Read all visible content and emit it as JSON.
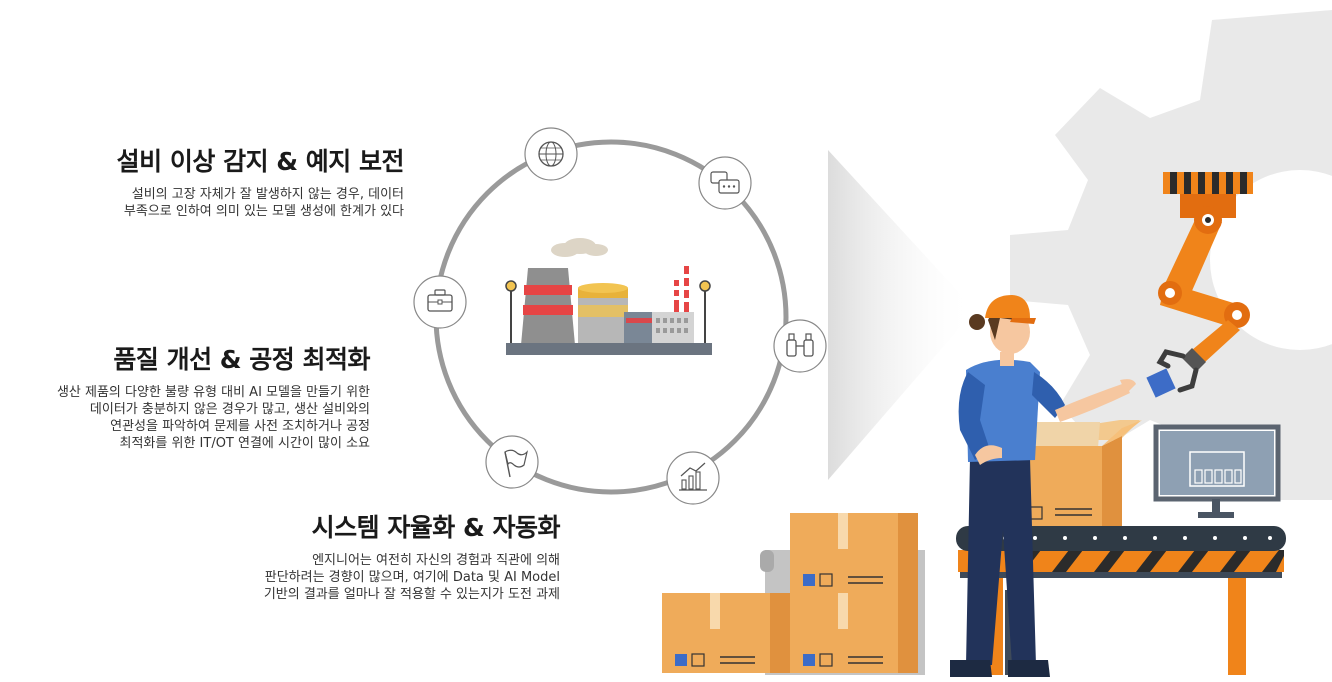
{
  "blocks": [
    {
      "title": "설비 이상 감지 & 예지 보전",
      "lines": [
        "설비의 고장 자체가 잘 발생하지 않는 경우, 데이터",
        "부족으로 인하여 의미 있는 모델 생성에 한계가 있다"
      ]
    },
    {
      "title": "품질 개선 & 공정 최적화",
      "lines": [
        "생산 제품의 다양한 불량 유형 대비 AI 모델을 만들기 위한",
        "데이터가 충분하지 않은 경우가 많고, 생산 설비와의",
        "연관성을 파악하여 문제를 사전 조치하거나 공정",
        "최적화를 위한 IT/OT 연결에 시간이 많이 소요"
      ]
    },
    {
      "title": "시스템 자율화 & 자동화",
      "lines": [
        "엔지니어는 여전히 자신의 경험과 직관에 의해",
        "판단하려는 경향이 많으며, 여기에 Data 및 AI Model",
        "기반의 결과를 얼마나 잘 적용할 수 있는지가 도전 과제"
      ]
    }
  ],
  "icons": [
    "globe-icon",
    "chat-icon",
    "binoculars-icon",
    "chart-icon",
    "flag-icon",
    "briefcase-icon"
  ],
  "colors": {
    "accent": "#f0841a",
    "ring": "#999999",
    "box": "#efab5a",
    "worker_shirt": "#4a7fcf"
  }
}
